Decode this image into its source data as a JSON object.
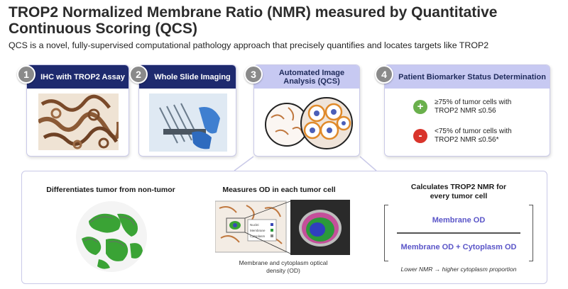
{
  "header": {
    "title": "TROP2 Normalized Membrane Ratio (NMR) measured by Quantitative Continuous Scoring (QCS)",
    "subtitle": "QCS is a novel, fully-supervised computational pathology approach that precisely quantifies and locates targets like TROP2"
  },
  "steps": [
    {
      "number": "1",
      "label": "IHC with TROP2 Assay"
    },
    {
      "number": "2",
      "label": "Whole Slide Imaging"
    },
    {
      "number": "3",
      "label": "Automated Image Analysis (QCS)"
    },
    {
      "number": "4",
      "label": "Patient Biomarker Status Determination"
    }
  ],
  "outcomes": [
    {
      "sign": "+",
      "color": "#6ab04c",
      "line1": "≥75% of tumor cells with",
      "line2": "TROP2 NMR ≤0.56"
    },
    {
      "sign": "-",
      "color": "#d9342b",
      "line1": "<75% of tumor cells with",
      "line2": "TROP2 NMR ≤0.56*"
    }
  ],
  "details": {
    "tumor_title": "Differentiates tumor from non-tumor",
    "od_title": "Measures OD in each tumor cell",
    "od_caption_1": "Membrane and cytoplasm optical",
    "od_caption_2": "density (OD)",
    "inset_legend": [
      "Nuclei",
      "Membrane",
      "Cytoplasm"
    ],
    "nmr_title_1": "Calculates TROP2 NMR for",
    "nmr_title_2": "every tumor cell",
    "numerator": "Membrane OD",
    "denominator": "Membrane OD + Cytoplasm OD",
    "note": "Lower NMR → higher cytoplasm proportion"
  },
  "colors": {
    "navy": "#1e2a6e",
    "lavender": "#c7c9f2",
    "positive": "#6ab04c",
    "negative": "#d9342b",
    "formula": "#5a55c8",
    "tumor_green": "#3aa335"
  }
}
